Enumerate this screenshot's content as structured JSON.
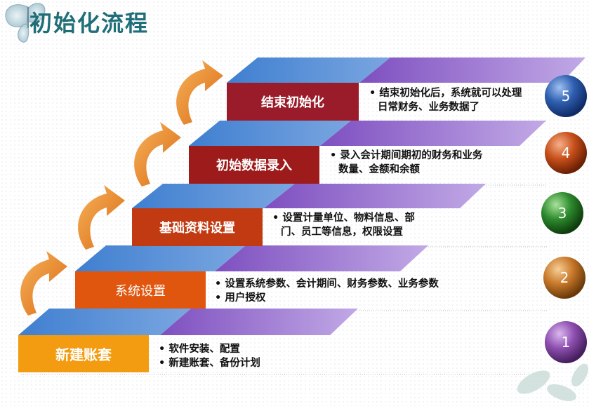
{
  "title": "初始化流程",
  "steps": [
    {
      "number": "5",
      "label": "结束初始化",
      "desc": [
        "• 结束初始化后，系统就可以处理",
        "日常财务、业务数据了"
      ],
      "color": "#9a1c2a"
    },
    {
      "number": "4",
      "label": "初始数据录入",
      "desc": [
        "• 录入会计期间期初的财务和业务",
        "数量、金额和余额"
      ],
      "color": "#9e1b1b"
    },
    {
      "number": "3",
      "label": "基础资料设置",
      "desc": [
        "• 设置计量单位、物料信息、部",
        "门、员工等信息，权限设置"
      ],
      "color": "#c13a12"
    },
    {
      "number": "2",
      "label": "系统设置",
      "desc": [
        "• 设置系统参数、会计期间、财务参数、业务参数",
        "• 用户授权"
      ],
      "color": "#e0560f"
    },
    {
      "number": "1",
      "label": "新建账套",
      "desc": [
        "• 软件安装、配置",
        "• 新建账套、备份计划"
      ],
      "color": "#f39c11"
    }
  ],
  "colors": {
    "title": "#1f6e78",
    "step_top_blue": "#3a78c9",
    "step_top_purple": "#8e63c7",
    "arrow": "#f08c2c",
    "ball_5": "#2f5fb0",
    "ball_4": "#c7501a",
    "ball_3": "#2e8b2e",
    "ball_2": "#c9792a",
    "ball_1": "#8e4fb0"
  }
}
